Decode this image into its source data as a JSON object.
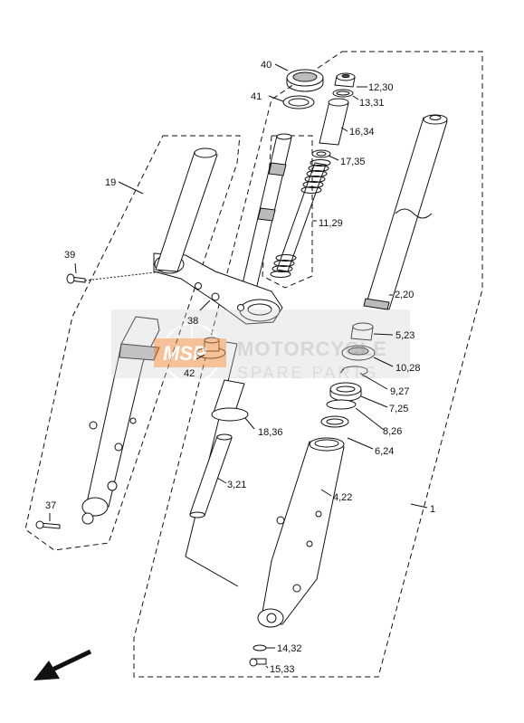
{
  "labels": [
    {
      "id": "40",
      "text": "40"
    },
    {
      "id": "41",
      "text": "41"
    },
    {
      "id": "12_30",
      "text": "12,30"
    },
    {
      "id": "13_31",
      "text": "13,31"
    },
    {
      "id": "16_34",
      "text": "16,34"
    },
    {
      "id": "17_35",
      "text": "17,35"
    },
    {
      "id": "19",
      "text": "19"
    },
    {
      "id": "11_29",
      "text": "11,29"
    },
    {
      "id": "39",
      "text": "39"
    },
    {
      "id": "2_20",
      "text": "2,20"
    },
    {
      "id": "38",
      "text": "38"
    },
    {
      "id": "5_23",
      "text": "5,23"
    },
    {
      "id": "42",
      "text": "42"
    },
    {
      "id": "10_28",
      "text": "10,28"
    },
    {
      "id": "9_27",
      "text": "9,27"
    },
    {
      "id": "7_25",
      "text": "7,25"
    },
    {
      "id": "8_26",
      "text": "8,26"
    },
    {
      "id": "18_36",
      "text": "18,36"
    },
    {
      "id": "6_24",
      "text": "6,24"
    },
    {
      "id": "3_21",
      "text": "3,21"
    },
    {
      "id": "4_22",
      "text": "4,22"
    },
    {
      "id": "1",
      "text": "1"
    },
    {
      "id": "37",
      "text": "37"
    },
    {
      "id": "14_32",
      "text": "14,32"
    },
    {
      "id": "15_33",
      "text": "15,33"
    }
  ],
  "watermark": {
    "logo_text": "MSP",
    "title": "MOTORCYCLE",
    "subtitle": "SPARE PARTS",
    "accent_color": "#f08a3c",
    "band_color": "#cfcfcf"
  },
  "front_arrow": {
    "icon": "arrow-down-left-icon"
  }
}
